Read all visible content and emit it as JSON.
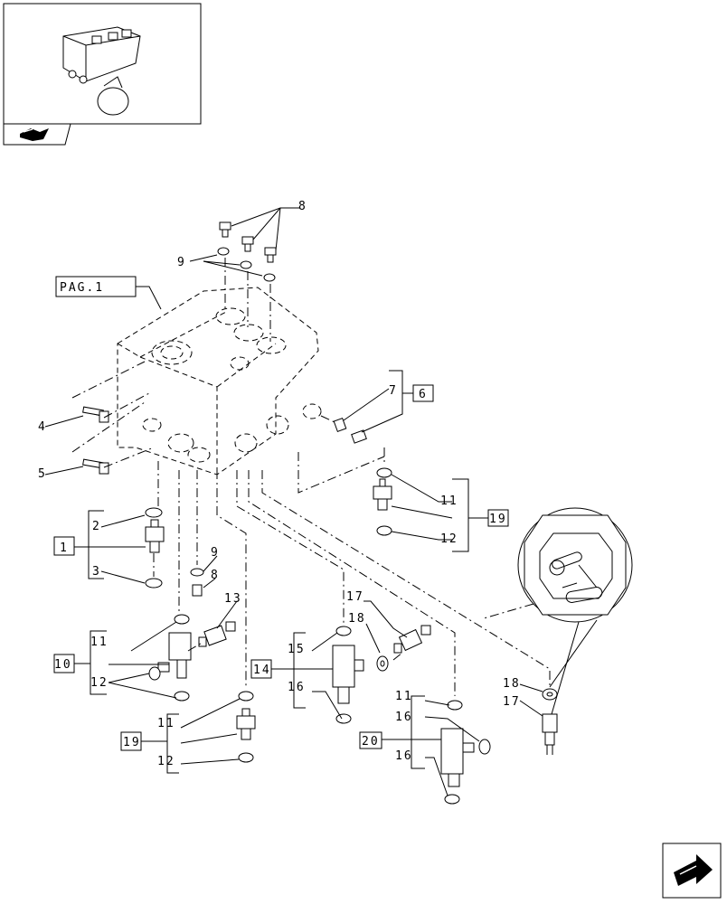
{
  "labels": {
    "pag": "PAG.1",
    "callouts": {
      "c1": "1",
      "c2": "2",
      "c3": "3",
      "c4": "4",
      "c5": "5",
      "c6": "6",
      "c7": "7",
      "c8a": "8",
      "c8b": "8",
      "c9a": "9",
      "c9b": "9",
      "c10": "10",
      "c11a": "11",
      "c11b": "11",
      "c11c": "11",
      "c11d": "11",
      "c12a": "12",
      "c12b": "12",
      "c12c": "12",
      "c13": "13",
      "c14": "14",
      "c15": "15",
      "c16a": "16",
      "c16b": "16",
      "c16c": "16",
      "c17a": "17",
      "c17b": "17",
      "c18a": "18",
      "c18b": "18",
      "c19a": "19",
      "c19b": "19",
      "c20": "20"
    }
  },
  "icons": {
    "thumbnail": "valve-assembly-thumbnail",
    "section": "section-arrow-icon",
    "next": "next-page-arrow-icon"
  }
}
